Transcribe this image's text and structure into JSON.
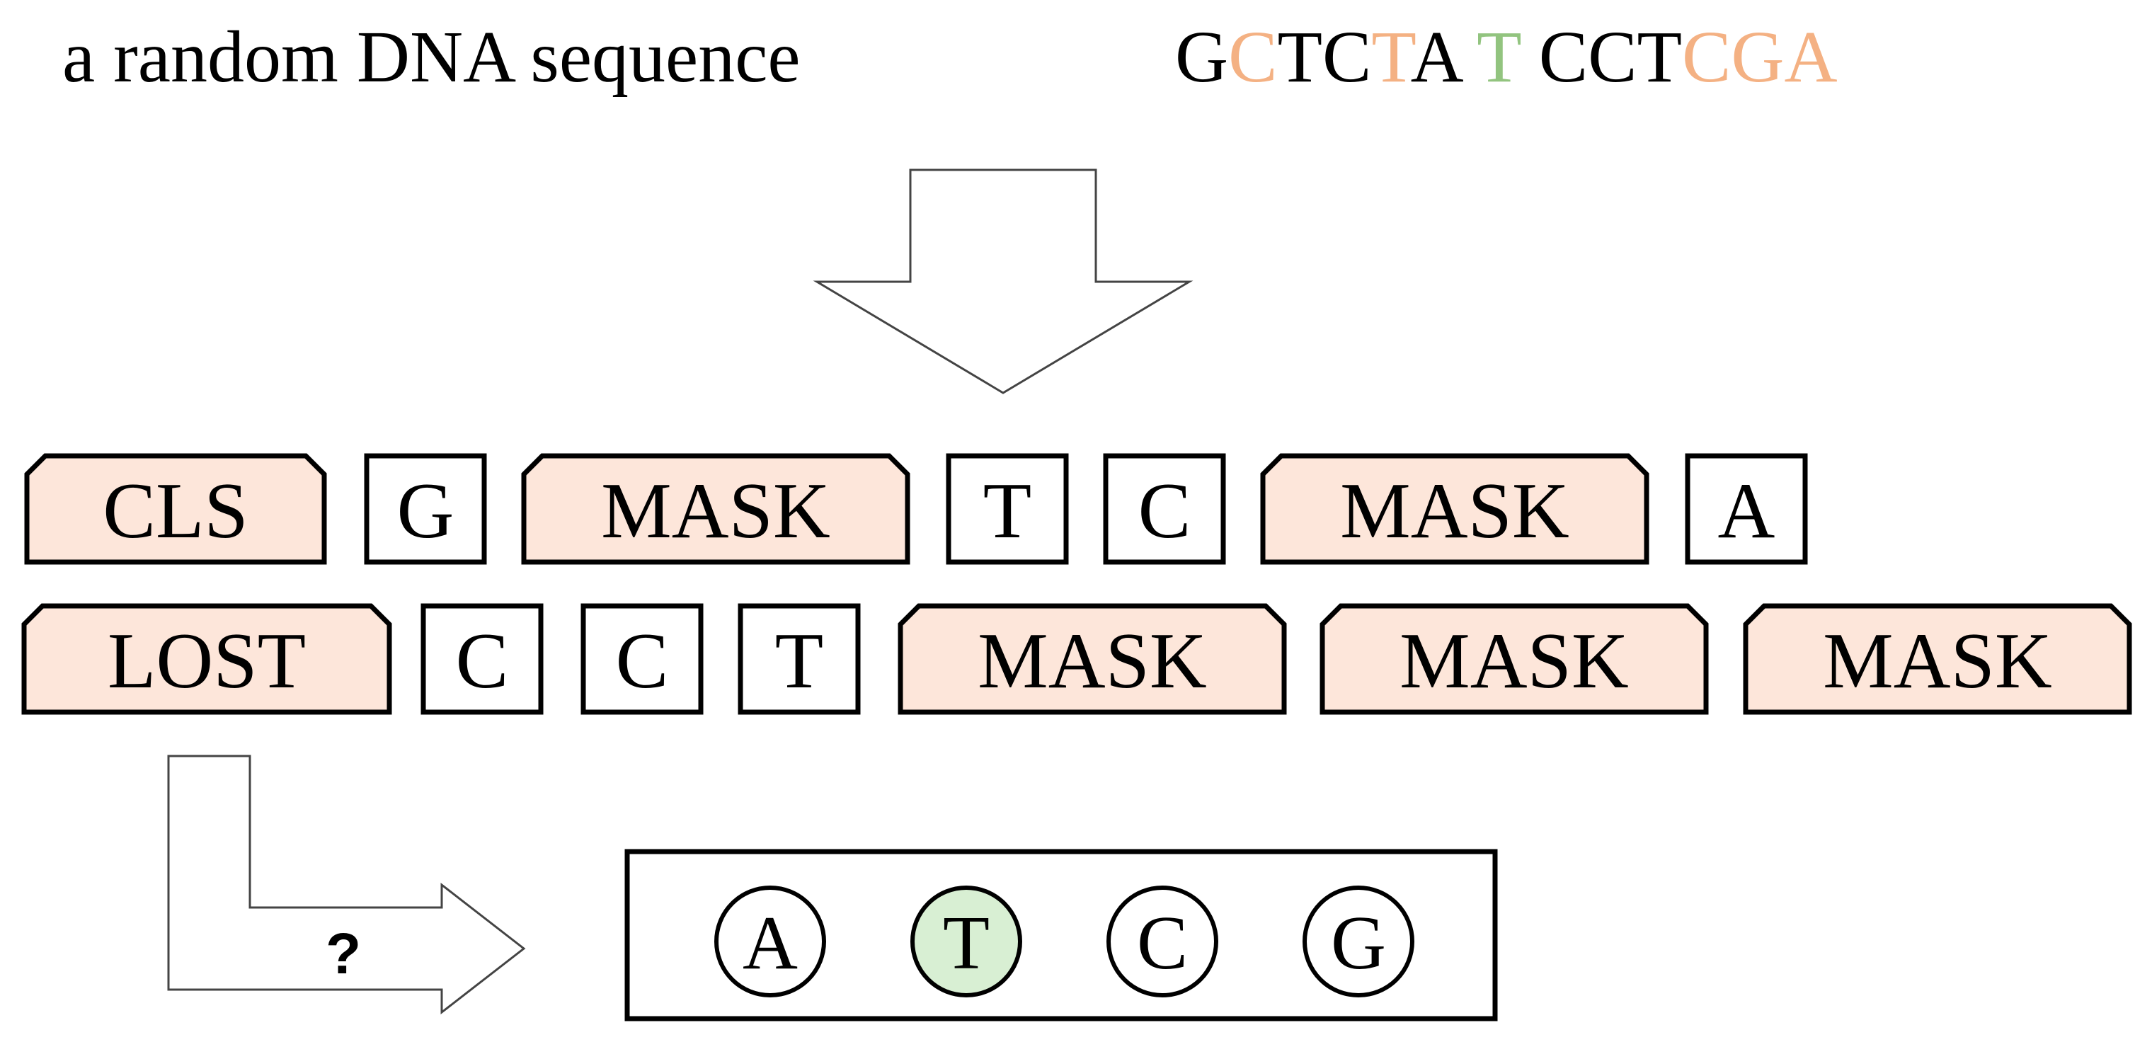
{
  "title": "a random DNA sequence",
  "colors": {
    "ink": "#000000",
    "token_fill": "#fde6da",
    "masked_base": "#f4b183",
    "lost_base": "#92c47f",
    "predicted_fill": "#d8efd3",
    "arrow_stroke": "#444444"
  },
  "sequence": [
    {
      "base": "G",
      "state": "normal"
    },
    {
      "base": "C",
      "state": "masked"
    },
    {
      "base": "T",
      "state": "normal"
    },
    {
      "base": "C",
      "state": "normal"
    },
    {
      "base": "T",
      "state": "masked"
    },
    {
      "base": "A",
      "state": "normal"
    },
    {
      "base": " ",
      "state": "space"
    },
    {
      "base": "T",
      "state": "lost"
    },
    {
      "base": " ",
      "state": "space"
    },
    {
      "base": "C",
      "state": "normal"
    },
    {
      "base": "C",
      "state": "normal"
    },
    {
      "base": "T",
      "state": "normal"
    },
    {
      "base": "C",
      "state": "masked"
    },
    {
      "base": "G",
      "state": "masked"
    },
    {
      "base": "A",
      "state": "masked"
    }
  ],
  "token_rows": [
    [
      {
        "label": "CLS",
        "kind": "special"
      },
      {
        "label": "G",
        "kind": "base"
      },
      {
        "label": "MASK",
        "kind": "special"
      },
      {
        "label": "T",
        "kind": "base"
      },
      {
        "label": "C",
        "kind": "base"
      },
      {
        "label": "MASK",
        "kind": "special"
      },
      {
        "label": "A",
        "kind": "base"
      }
    ],
    [
      {
        "label": "LOST",
        "kind": "special"
      },
      {
        "label": "C",
        "kind": "base"
      },
      {
        "label": "C",
        "kind": "base"
      },
      {
        "label": "T",
        "kind": "base"
      },
      {
        "label": "MASK",
        "kind": "special"
      },
      {
        "label": "MASK",
        "kind": "special"
      },
      {
        "label": "MASK",
        "kind": "special"
      }
    ]
  ],
  "question_mark": "?",
  "candidates": [
    {
      "label": "A",
      "selected": false
    },
    {
      "label": "T",
      "selected": true
    },
    {
      "label": "C",
      "selected": false
    },
    {
      "label": "G",
      "selected": false
    }
  ]
}
